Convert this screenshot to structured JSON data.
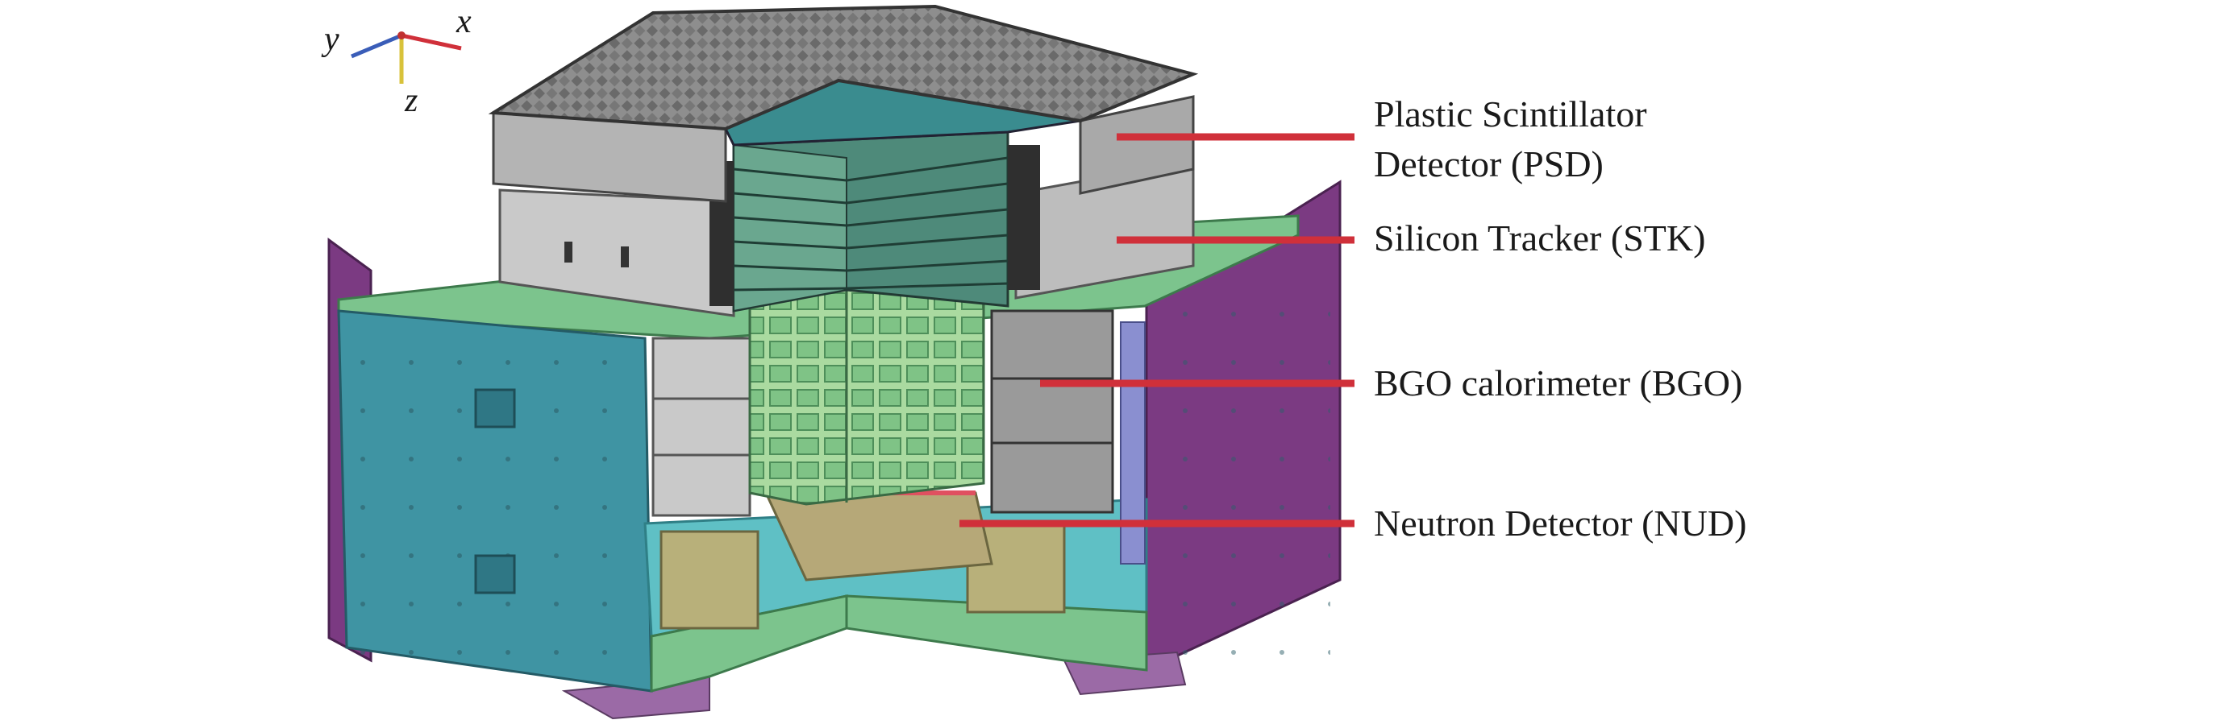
{
  "axes": {
    "x": "x",
    "y": "y",
    "z": "z"
  },
  "callouts": {
    "psd": {
      "line1": "Plastic Scintillator",
      "line2": "Detector (PSD)"
    },
    "stk": "Silicon Tracker (STK)",
    "bgo": "BGO calorimeter (BGO)",
    "nud": "Neutron Detector (NUD)"
  },
  "colors": {
    "teal_panel": "#3f94a3",
    "green_frame": "#7cc48d",
    "purple_panel": "#7b3a82",
    "grey_body": "#c9c9c9",
    "dark_grey": "#5a5a5a",
    "callout_red": "#d0303a",
    "bgo_green": "#8fcf8a",
    "olive_nud": "#b8b07a"
  }
}
